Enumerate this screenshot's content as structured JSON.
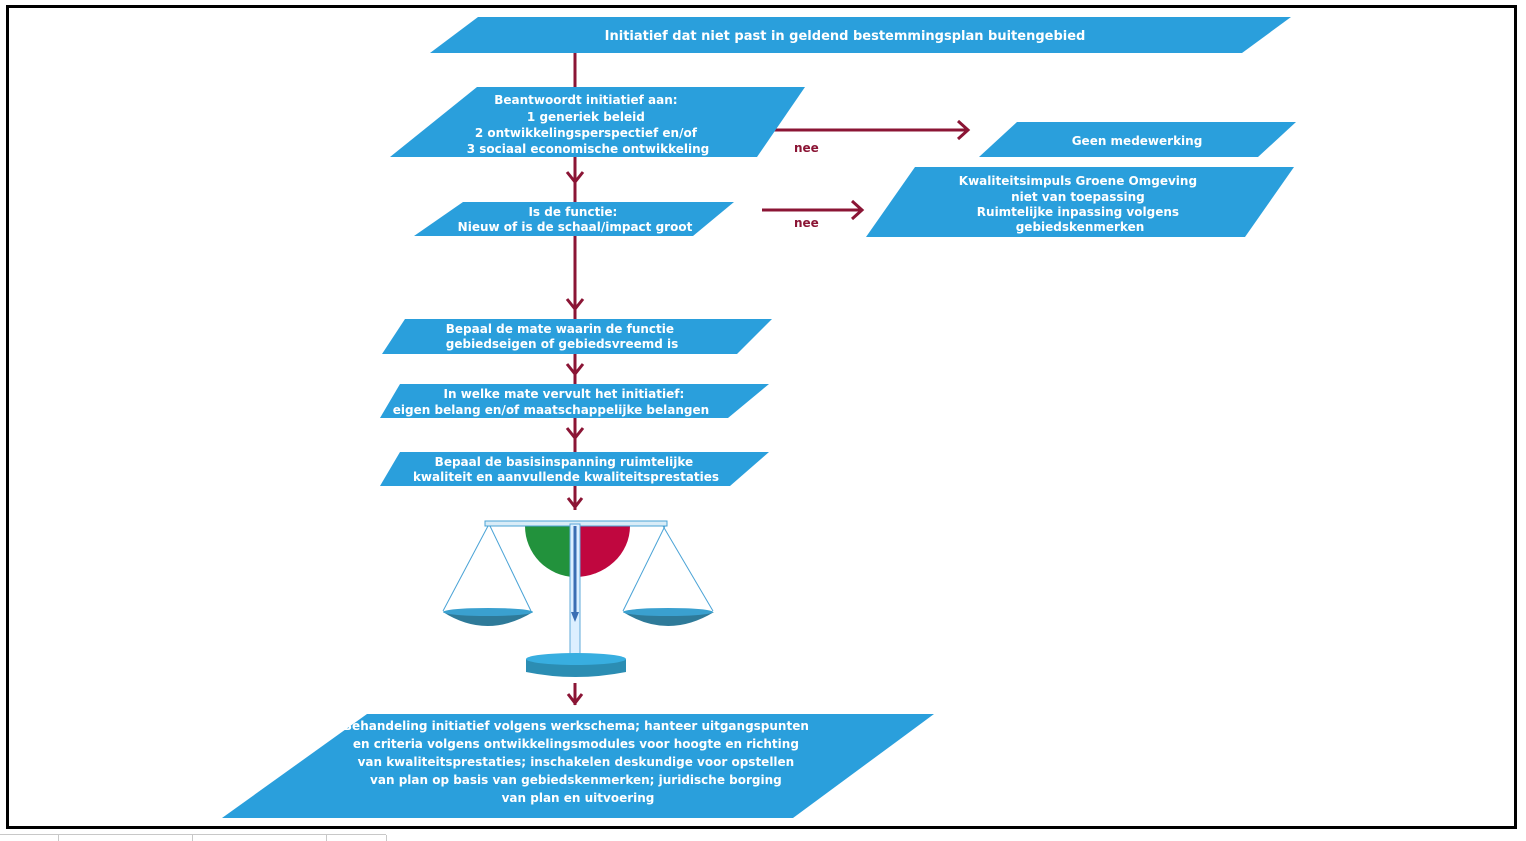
{
  "colors": {
    "box_fill": "#2a9fdc",
    "connector": "#8b1535",
    "scale_green": "#22923c",
    "scale_red": "#c0073f",
    "scale_pan": "#2e7a99",
    "scale_pan_top": "#3aa0cf",
    "scale_base": "#2b8db3"
  },
  "nodes": {
    "start": {
      "lines": [
        "Initiatief dat niet past in geldend bestemmingsplan buitengebied"
      ]
    },
    "criteria": {
      "lines": [
        "Beantwoordt initiatief aan:",
        "1 generiek beleid",
        "2 ontwikkelingsperspectief en/of",
        "3 sociaal economische ontwikkeling"
      ]
    },
    "no_cooperation": {
      "lines": [
        "Geen medewerking"
      ]
    },
    "function_question": {
      "lines": [
        "Is de functie:",
        "Nieuw of is de schaal/impact groot"
      ]
    },
    "impulse_not_applicable": {
      "lines": [
        "Kwaliteitsimpuls Groene Omgeving",
        "niet van toepassing",
        "Ruimtelijke inpassing volgens",
        "gebiedskenmerken"
      ]
    },
    "area_fit": {
      "lines": [
        "Bepaal de mate waarin de functie",
        "gebiedseigen of gebiedsvreemd is"
      ]
    },
    "interests": {
      "lines": [
        "In welke mate vervult het initiatief:",
        "eigen belang en/of maatschappelijke belangen"
      ]
    },
    "base_effort": {
      "lines": [
        "Bepaal de basisinspanning ruimtelijke",
        "kwaliteit en aanvullende kwaliteitsprestaties"
      ]
    },
    "handling": {
      "lines": [
        "Behandeling initiatief volgens werkschema; hanteer uitgangspunten",
        "en criteria volgens ontwikkelingsmodules voor hoogte en richting",
        "van kwaliteitsprestaties; inschakelen deskundige voor opstellen",
        "van plan op basis van gebiedskenmerken; juridische borging",
        "van plan en uitvoering"
      ]
    }
  },
  "edge_labels": {
    "criteria_no": "nee",
    "function_no": "nee"
  },
  "icons": {
    "balance": "balance-scale-icon"
  }
}
